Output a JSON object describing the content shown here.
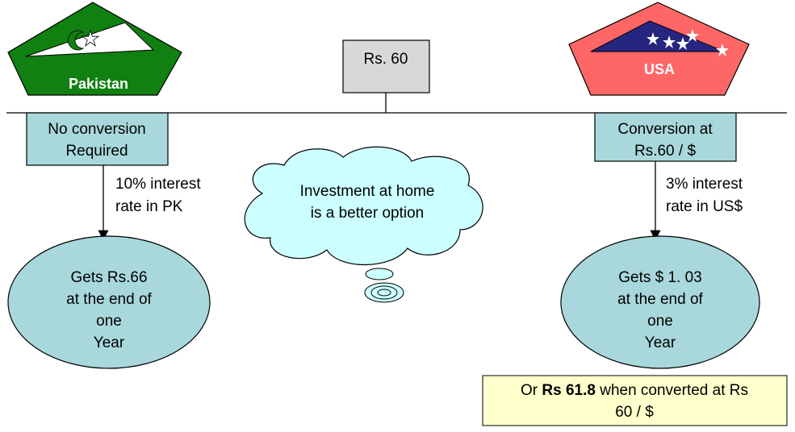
{
  "colors": {
    "pakistan_green": "#108010",
    "usa_red": "#ff6666",
    "usa_blue": "#262680",
    "box_teal": "#a8d8dc",
    "box_gray": "#d8d8d8",
    "note_yellow": "#ffffcc"
  },
  "center_box": {
    "label": "Rs. 60"
  },
  "pakistan": {
    "flag_label": "Pakistan",
    "box_lines": [
      "No conversion",
      "Required"
    ],
    "arrow_lines": [
      "10% interest",
      "rate in PK"
    ],
    "result_lines": [
      "Gets Rs.66",
      "at the end of",
      "one",
      "Year"
    ]
  },
  "usa": {
    "flag_label": "USA",
    "box_lines": [
      "Conversion at",
      "Rs.60 / $"
    ],
    "arrow_lines": [
      "3% interest",
      "rate in US$"
    ],
    "result_lines": [
      "Gets $ 1. 03",
      "at the end of",
      "one",
      "Year"
    ]
  },
  "cloud": {
    "lines": [
      "Investment at home",
      "is a better option"
    ]
  },
  "note": {
    "prefix": "Or ",
    "bold": "Rs 61.8",
    "suffix": " when converted at Rs",
    "line2": "60 / $"
  }
}
